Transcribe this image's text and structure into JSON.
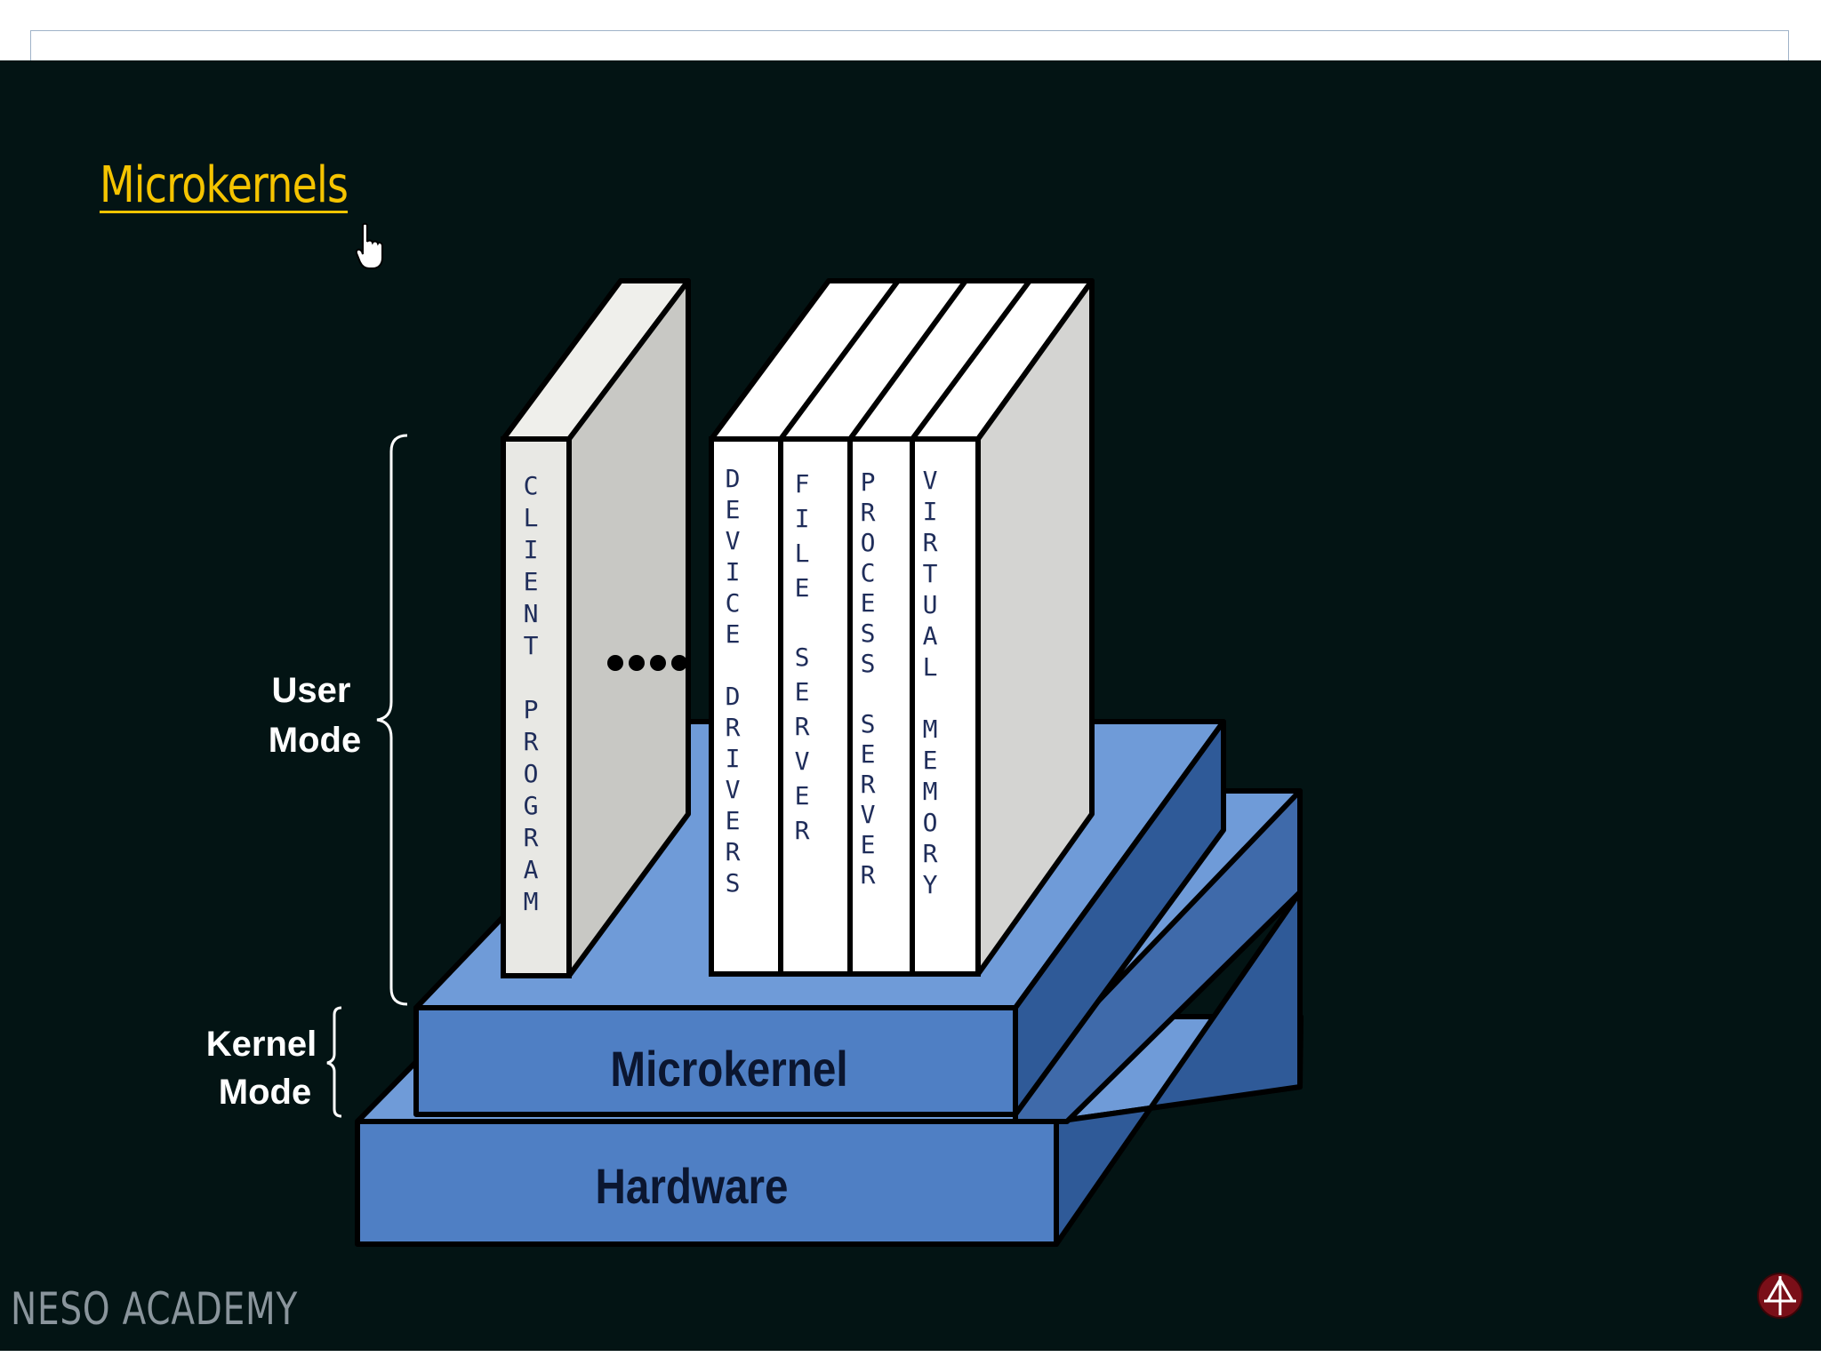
{
  "slide": {
    "title": "Microkernels",
    "watermark": "NESO ACADEMY"
  },
  "diagram": {
    "labels": {
      "user_mode": [
        "User",
        "Mode"
      ],
      "kernel_mode": [
        "Kernel",
        "Mode"
      ],
      "microkernel": "Microkernel",
      "hardware": "Hardware",
      "ellipsis": "••••"
    },
    "modules": {
      "client_program": "CLIENT PROGRAM",
      "device_drivers": "DEVICE DRIVERS",
      "file_server": "FILE SERVER",
      "process_server": "PROCESS SERVER",
      "virtual_memory": "VIRTUAL MEMORY"
    },
    "colors": {
      "background": "#031414",
      "title": "#f5c400",
      "layer_front": "#4f7fc4",
      "layer_top": "#6f9bd8",
      "layer_side": "#2f5a98",
      "module_text": "#1f2d5a",
      "text_light": "#ffffff"
    }
  }
}
